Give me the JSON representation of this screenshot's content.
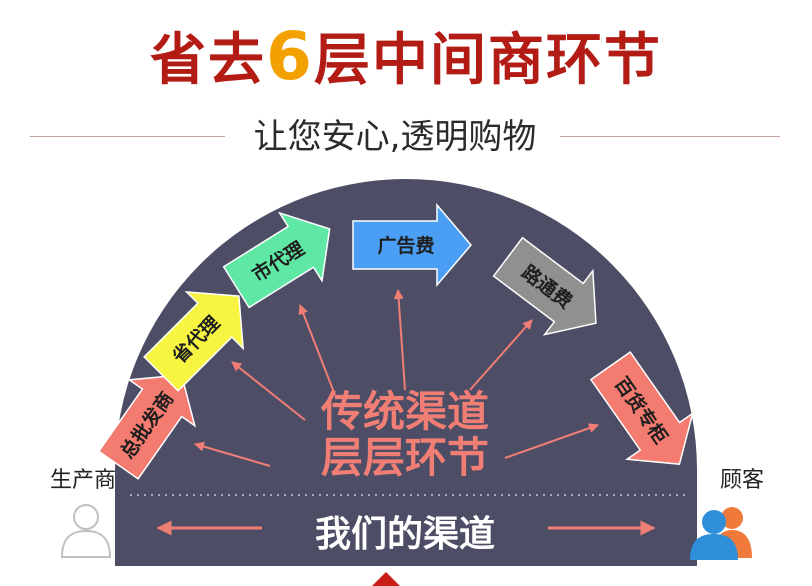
{
  "header": {
    "title_part1": "省去",
    "title_number": "6",
    "title_part2": "层中间商环节",
    "subtitle": "让您安心,透明购物"
  },
  "diagram": {
    "center_line1": "传统渠道",
    "center_line2": "层层环节",
    "bottom_label": "我们的渠道",
    "producer_label": "生产商",
    "customer_label": "顾客",
    "arrows": [
      {
        "label": "总批发商",
        "color": "#f47b70"
      },
      {
        "label": "省代理",
        "color": "#f7f541"
      },
      {
        "label": "市代理",
        "color": "#5fe8a5"
      },
      {
        "label": "广告费",
        "color": "#4a9ff4"
      },
      {
        "label": "路通费",
        "color": "#909090"
      },
      {
        "label": "百货专柜",
        "color": "#f47b70"
      }
    ]
  },
  "colors": {
    "title_red": "#b31b15",
    "number_orange": "#f2a100",
    "dome": "#4d4d66",
    "pointer_red": "#f07e75"
  }
}
